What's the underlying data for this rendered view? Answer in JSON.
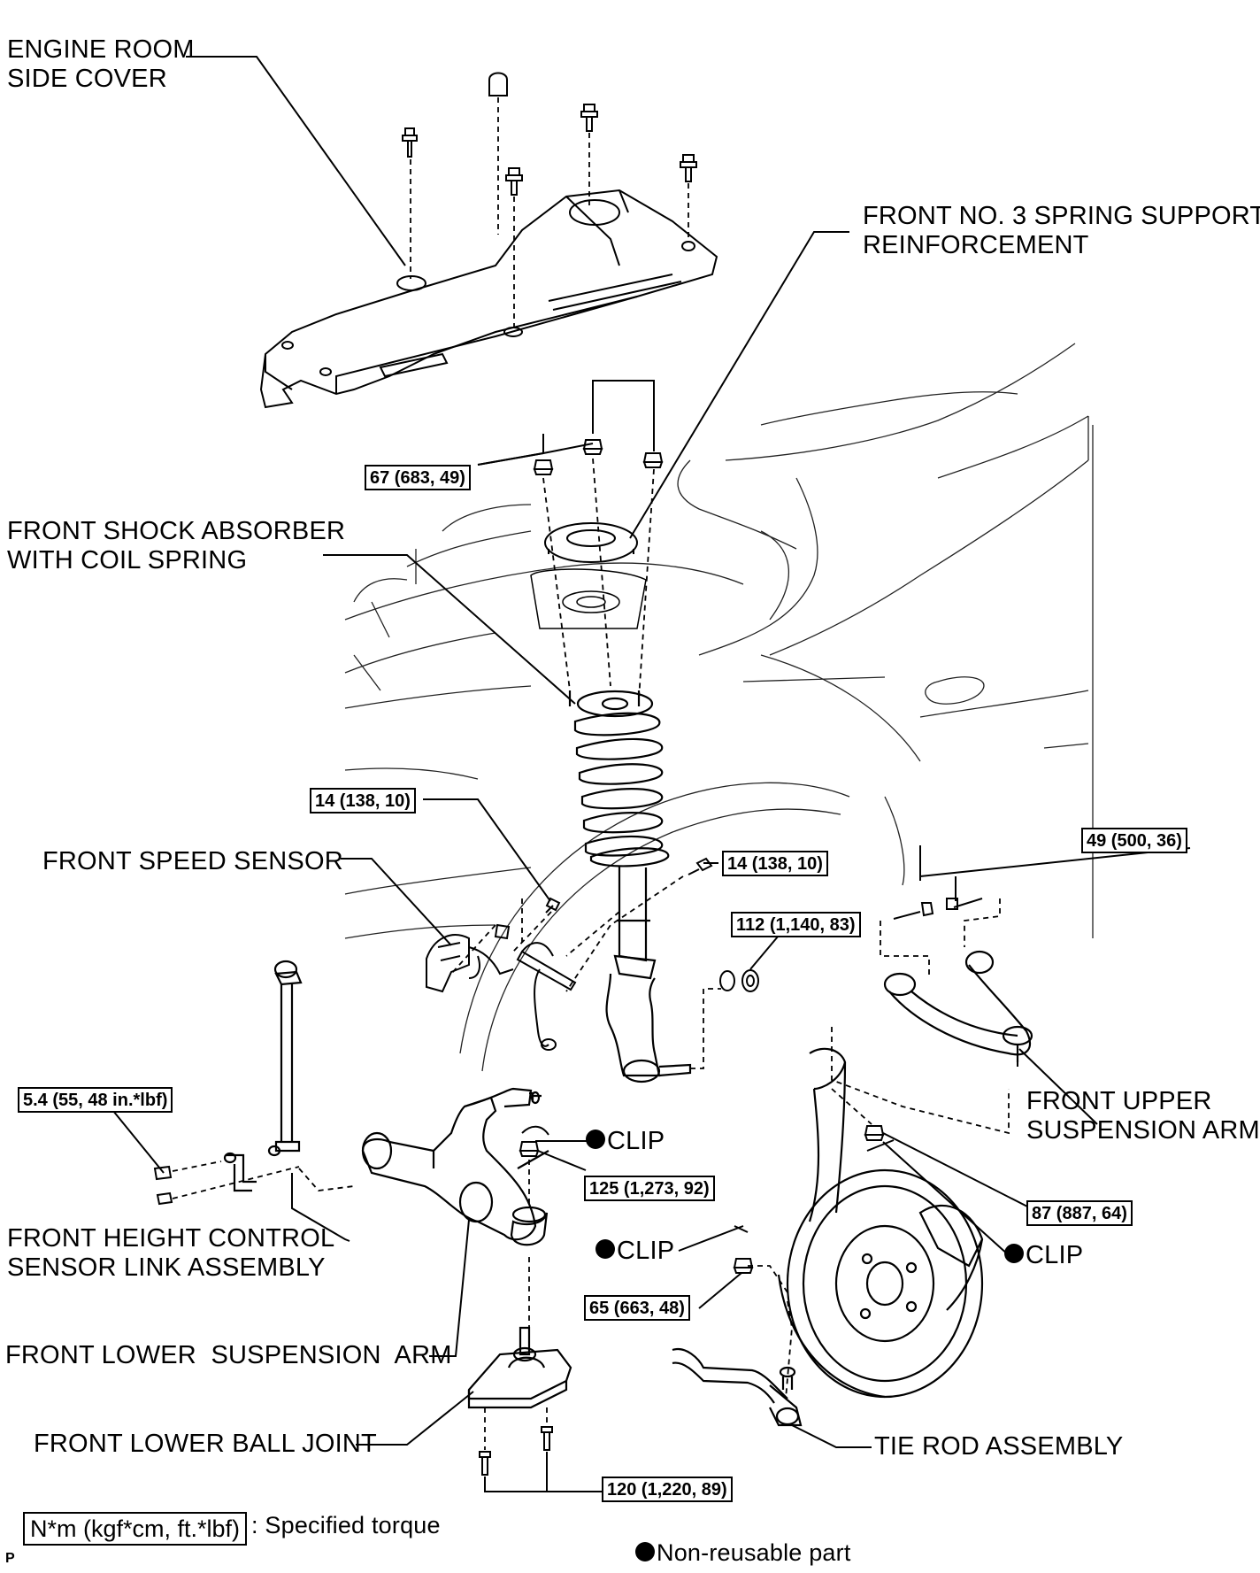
{
  "labels": {
    "engine_room_side_cover": "ENGINE ROOM\nSIDE COVER",
    "front_no3_spring_support": "FRONT NO. 3 SPRING SUPPORT\nREINFORCEMENT",
    "front_shock_absorber": "FRONT SHOCK ABSORBER\nWITH COIL SPRING",
    "front_speed_sensor": "FRONT SPEED SENSOR",
    "front_upper_suspension_arm": "FRONT UPPER\nSUSPENSION ARM",
    "front_height_control_link": "FRONT HEIGHT CONTROL\nSENSOR LINK ASSEMBLY",
    "front_lower_suspension_arm": "FRONT LOWER  SUSPENSION  ARM",
    "front_lower_ball_joint": "FRONT LOWER BALL JOINT",
    "tie_rod_assembly": "TIE ROD ASSEMBLY",
    "clip_1": "CLIP",
    "clip_2": "CLIP",
    "clip_3": "CLIP"
  },
  "torques": {
    "t67": "67 (683, 49)",
    "t14_left": "14 (138, 10)",
    "t14_right": "14 (138, 10)",
    "t49": "49 (500, 36)",
    "t112": "112 (1,140, 83)",
    "t5_4": "5.4 (55, 48 in.*lbf)",
    "t125": "125 (1,273, 92)",
    "t87": "87 (887, 64)",
    "t65": "65 (663, 48)",
    "t120": "120 (1,220, 89)"
  },
  "legend": {
    "torque_unit": "N*m (kgf*cm, ft.*lbf)",
    "torque_desc": ": Specified torque",
    "non_reusable": "Non-reusable part"
  },
  "corner_code": "P"
}
